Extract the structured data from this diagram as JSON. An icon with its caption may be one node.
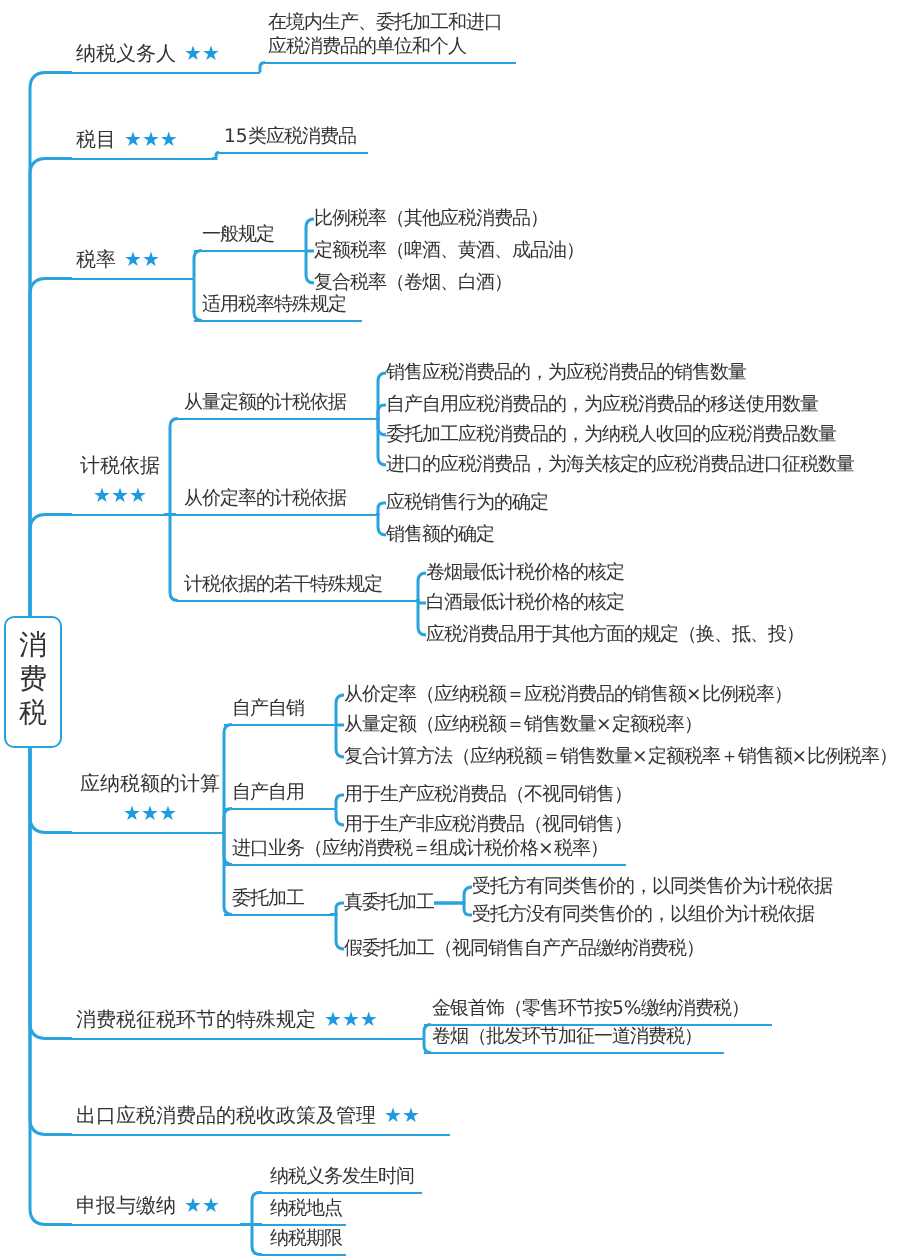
{
  "diagram": {
    "nodes": [
      {
        "text": [
          "消费税"
        ]
      },
      {
        "text": [
          "纳税义务人",
          "★★"
        ]
      },
      {
        "text": [
          "在境内生产、委托加工和进口应税消费品的单位和个人"
        ]
      },
      {
        "text": [
          "税目",
          "★★★"
        ]
      },
      {
        "text": [
          "15类应税消费品"
        ]
      },
      {
        "text": [
          "税率",
          "★★"
        ]
      },
      {
        "text": [
          "一般规定"
        ]
      },
      {
        "text": [
          "比例税率（其他应税消费品）"
        ]
      },
      {
        "text": [
          "定额税率（啤酒、黄酒、成品油）"
        ]
      },
      {
        "text": [
          "复合税率（卷烟、白酒）"
        ]
      },
      {
        "text": [
          "适用税率特殊规定"
        ]
      },
      {
        "text": [
          "计税依据",
          "★★★"
        ]
      },
      {
        "text": [
          "从量定额的计税依据"
        ]
      },
      {
        "text": [
          "销售应税消费品的，为应税消费品的销售数量"
        ]
      },
      {
        "text": [
          "自产自用应税消费品的，为应税消费品的移送使用数量"
        ]
      },
      {
        "text": [
          "委托加工应税消费品的，为纳税人收回的应税消费品数量"
        ]
      },
      {
        "text": [
          "进口的应税消费品，为海关核定的应税消费品进口征税数量"
        ]
      },
      {
        "text": [
          "从价定率的计税依据"
        ]
      },
      {
        "text": [
          "应税销售行为的确定"
        ]
      },
      {
        "text": [
          "销售额的确定"
        ]
      },
      {
        "text": [
          "计税依据的若干特殊规定"
        ]
      },
      {
        "text": [
          "卷烟最低计税价格的核定"
        ]
      },
      {
        "text": [
          "白酒最低计税价格的核定"
        ]
      },
      {
        "text": [
          "应税消费品用于其他方面的规定（换、抵、投）"
        ]
      },
      {
        "text": [
          "应纳税额的计算",
          "★★★"
        ]
      },
      {
        "text": [
          "自产自销"
        ]
      },
      {
        "text": [
          "从价定率（应纳税额＝应税消费品的销售额×比例税率）"
        ]
      },
      {
        "text": [
          "从量定额（应纳税额＝销售数量×定额税率）"
        ]
      },
      {
        "text": [
          "复合计算方法（应纳税额＝销售数量×定额税率＋销售额×比例税率）"
        ]
      },
      {
        "text": [
          "自产自用"
        ]
      },
      {
        "text": [
          "用于生产应税消费品（不视同销售）"
        ]
      },
      {
        "text": [
          "用于生产非应税消费品（视同销售）"
        ]
      },
      {
        "text": [
          "进口业务（应纳消费税＝组成计税价格×税率）"
        ]
      },
      {
        "text": [
          "委托加工"
        ]
      },
      {
        "text": [
          "真委托加工"
        ]
      },
      {
        "text": [
          "受托方有同类售价的，以同类售价为计税依据"
        ]
      },
      {
        "text": [
          "受托方没有同类售价的，以组价为计税依据"
        ]
      },
      {
        "text": [
          "假委托加工（视同销售自产产品缴纳消费税）"
        ]
      },
      {
        "text": [
          "消费税征税环节的特殊规定",
          "★★★"
        ]
      },
      {
        "text": [
          "金银首饰（零售环节按5%缴纳消费税）"
        ]
      },
      {
        "text": [
          "卷烟（批发环节加征一道消费税）"
        ]
      },
      {
        "text": [
          "出口应税消费品的税收政策及管理",
          "★★"
        ]
      },
      {
        "text": [
          "申报与缴纳",
          "★★"
        ]
      },
      {
        "text": [
          "纳税义务发生时间"
        ]
      },
      {
        "text": [
          "纳税地点"
        ]
      },
      {
        "text": [
          "纳税期限"
        ]
      }
    ],
    "edges": [
      {
        "from": 0,
        "to": 1,
        "arrow": "none"
      },
      {
        "from": 0,
        "to": 3,
        "arrow": "none"
      },
      {
        "from": 0,
        "to": 5,
        "arrow": "none"
      },
      {
        "from": 0,
        "to": 11,
        "arrow": "none"
      },
      {
        "from": 0,
        "to": 24,
        "arrow": "none"
      },
      {
        "from": 0,
        "to": 38,
        "arrow": "none"
      },
      {
        "from": 0,
        "to": 41,
        "arrow": "none"
      },
      {
        "from": 0,
        "to": 42,
        "arrow": "none"
      },
      {
        "from": 1,
        "to": 2,
        "arrow": "none"
      },
      {
        "from": 3,
        "to": 4,
        "arrow": "none"
      },
      {
        "from": 5,
        "to": 6,
        "arrow": "none"
      },
      {
        "from": 5,
        "to": 10,
        "arrow": "none"
      },
      {
        "from": 6,
        "to": 7,
        "arrow": "none"
      },
      {
        "from": 6,
        "to": 8,
        "arrow": "none"
      },
      {
        "from": 6,
        "to": 9,
        "arrow": "none"
      },
      {
        "from": 11,
        "to": 12,
        "arrow": "none"
      },
      {
        "from": 11,
        "to": 17,
        "arrow": "none"
      },
      {
        "from": 11,
        "to": 20,
        "arrow": "none"
      },
      {
        "from": 12,
        "to": 13,
        "arrow": "none"
      },
      {
        "from": 12,
        "to": 14,
        "arrow": "none"
      },
      {
        "from": 12,
        "to": 15,
        "arrow": "none"
      },
      {
        "from": 12,
        "to": 16,
        "arrow": "none"
      },
      {
        "from": 17,
        "to": 18,
        "arrow": "none"
      },
      {
        "from": 17,
        "to": 19,
        "arrow": "none"
      },
      {
        "from": 20,
        "to": 21,
        "arrow": "none"
      },
      {
        "from": 20,
        "to": 22,
        "arrow": "none"
      },
      {
        "from": 20,
        "to": 23,
        "arrow": "none"
      },
      {
        "from": 24,
        "to": 25,
        "arrow": "none"
      },
      {
        "from": 24,
        "to": 29,
        "arrow": "none"
      },
      {
        "from": 24,
        "to": 32,
        "arrow": "none"
      },
      {
        "from": 24,
        "to": 33,
        "arrow": "none"
      },
      {
        "from": 25,
        "to": 26,
        "arrow": "none"
      },
      {
        "from": 25,
        "to": 27,
        "arrow": "none"
      },
      {
        "from": 25,
        "to": 28,
        "arrow": "none"
      },
      {
        "from": 29,
        "to": 30,
        "arrow": "none"
      },
      {
        "from": 29,
        "to": 31,
        "arrow": "none"
      },
      {
        "from": 33,
        "to": 34,
        "arrow": "none"
      },
      {
        "from": 33,
        "to": 37,
        "arrow": "none"
      },
      {
        "from": 34,
        "to": 35,
        "arrow": "none"
      },
      {
        "from": 34,
        "to": 36,
        "arrow": "none"
      },
      {
        "from": 38,
        "to": 39,
        "arrow": "none"
      },
      {
        "from": 38,
        "to": 40,
        "arrow": "none"
      },
      {
        "from": 42,
        "to": 43,
        "arrow": "none"
      },
      {
        "from": 42,
        "to": 44,
        "arrow": "none"
      },
      {
        "from": 42,
        "to": 45,
        "arrow": "none"
      }
    ]
  }
}
